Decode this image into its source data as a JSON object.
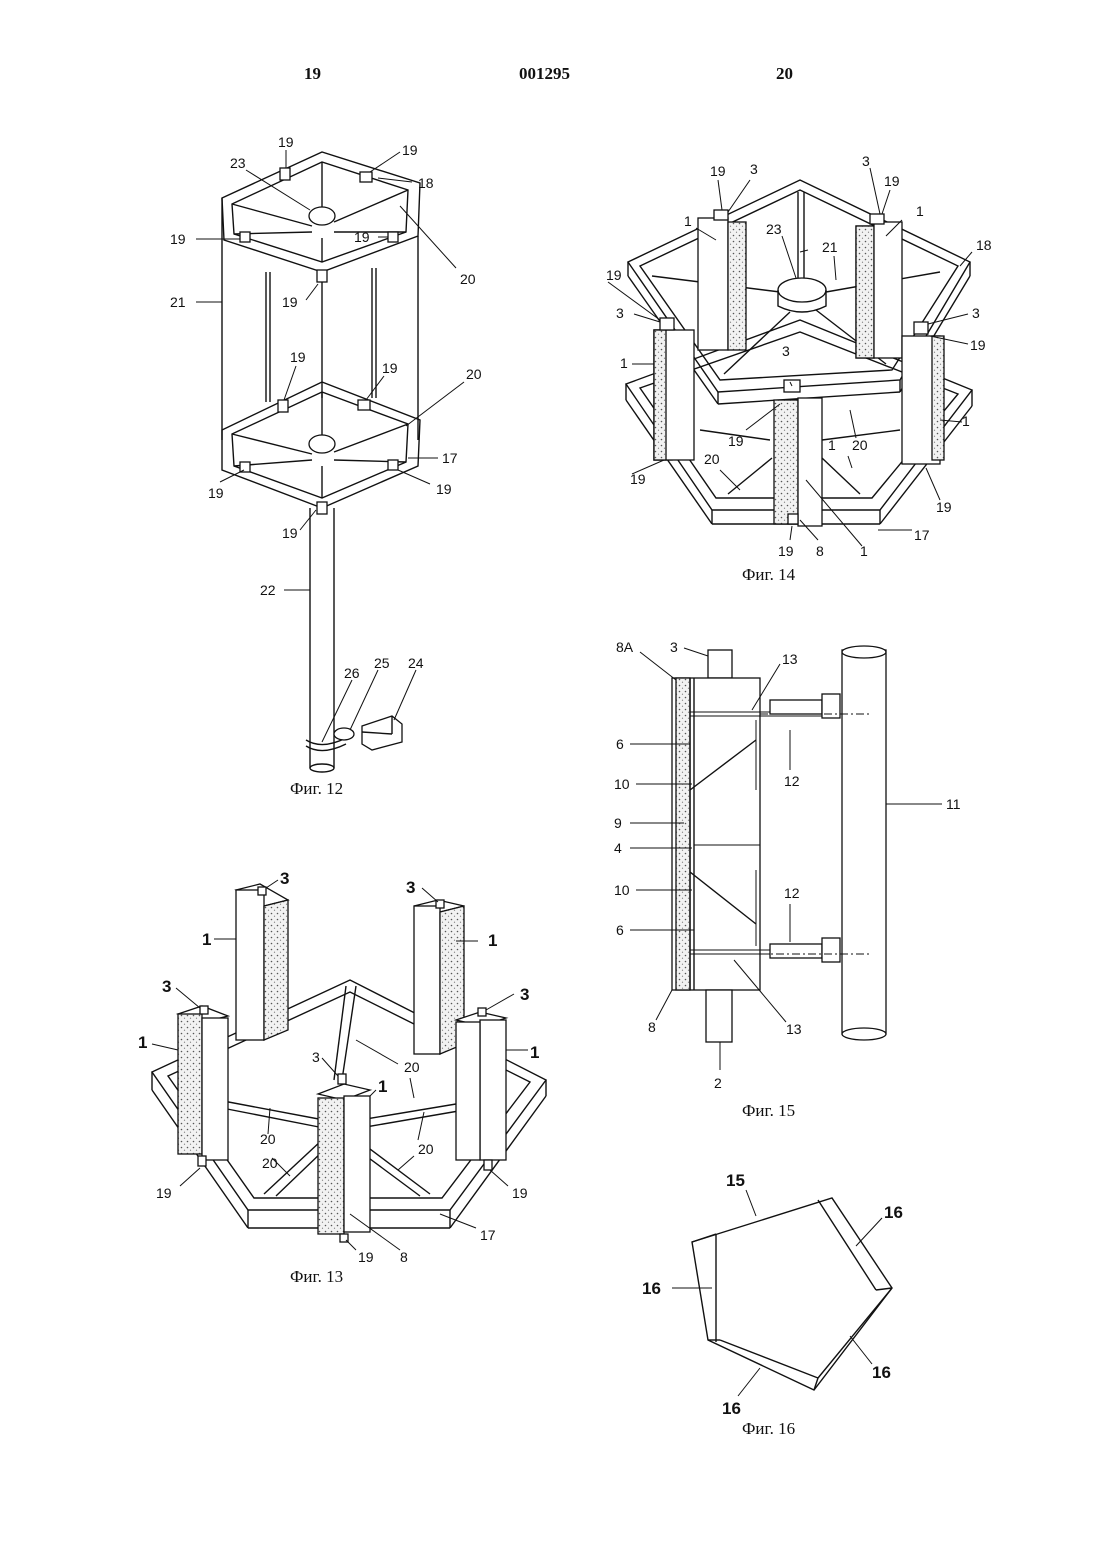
{
  "header": {
    "page_left": "19",
    "doc_number": "001295",
    "page_right": "20"
  },
  "figures": {
    "fig12": {
      "caption": "Фиг. 12",
      "labels": [
        "19",
        "19",
        "18",
        "23",
        "19",
        "19",
        "20",
        "21",
        "19",
        "19",
        "19",
        "20",
        "17",
        "19",
        "19",
        "19",
        "22",
        "26",
        "25",
        "24"
      ]
    },
    "fig13": {
      "caption": "Фиг. 13",
      "labels": [
        "3",
        "3",
        "1",
        "1",
        "3",
        "3",
        "1",
        "1",
        "3",
        "1",
        "20",
        "20",
        "20",
        "20",
        "19",
        "19",
        "17",
        "19",
        "8"
      ]
    },
    "fig14": {
      "caption": "Фиг. 14",
      "labels": [
        "19",
        "3",
        "3",
        "19",
        "1",
        "1",
        "23",
        "21",
        "18",
        "19",
        "3",
        "3",
        "19",
        "1",
        "3",
        "1",
        "20",
        "19",
        "20",
        "19",
        "19",
        "1",
        "17",
        "19",
        "8",
        "1"
      ]
    },
    "fig15": {
      "caption": "Фиг. 15",
      "labels": [
        "8A",
        "3",
        "13",
        "6",
        "12",
        "10",
        "11",
        "9",
        "4",
        "10",
        "12",
        "6",
        "13",
        "8",
        "2"
      ]
    },
    "fig16": {
      "caption": "Фиг. 16",
      "labels": [
        "15",
        "16",
        "16",
        "16",
        "16"
      ]
    }
  }
}
